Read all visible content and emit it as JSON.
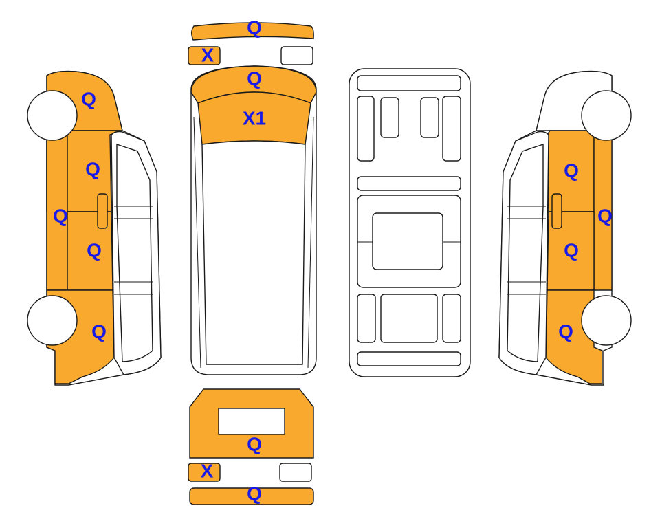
{
  "colors": {
    "damaged": "#F9A92D",
    "undamaged": "#FFFFFF",
    "outline": "#1A1A1A",
    "label": "#1A1AE6"
  },
  "labels": {
    "front_bumper": "Q",
    "front_left_light": "X",
    "bonnet": "Q",
    "windscreen": "X1",
    "left_front_wing": "Q",
    "left_front_door": "Q",
    "left_sill": "Q",
    "left_sliding_door": "Q",
    "left_rear_quarter": "Q",
    "right_front_door": "Q",
    "right_sill": "Q",
    "right_sliding_door": "Q",
    "right_rear_quarter": "Q",
    "rear_doors": "Q",
    "rear_left_light": "X",
    "rear_bumper": "Q"
  }
}
